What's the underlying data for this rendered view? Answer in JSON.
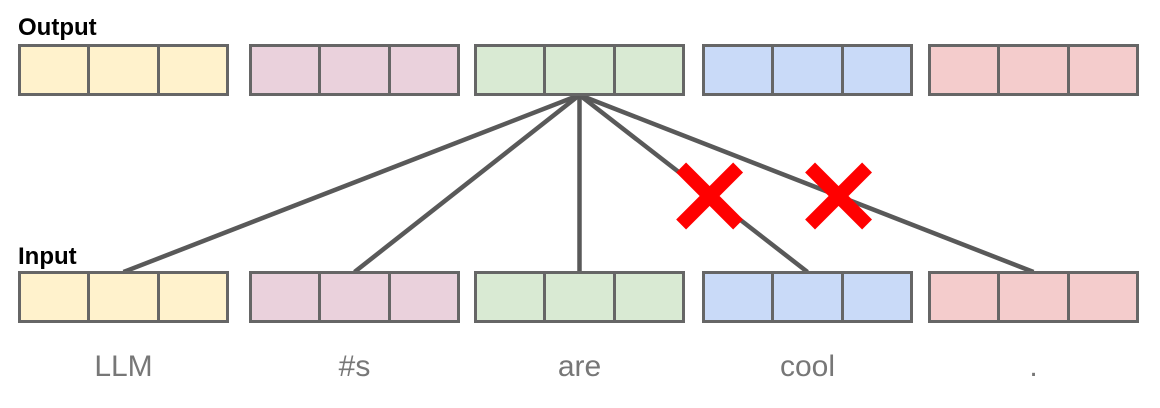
{
  "diagram": {
    "output_label": "Output",
    "input_label": "Input",
    "tokens": [
      {
        "label": "LLM",
        "color": "#fff2cc"
      },
      {
        "label": "#s",
        "color": "#ead1dc"
      },
      {
        "label": "are",
        "color": "#d9ead3"
      },
      {
        "label": "cool",
        "color": "#c9daf8"
      },
      {
        "label": ".",
        "color": "#f4cccc"
      }
    ],
    "cells_per_token": 3,
    "attention": {
      "source_row": "output",
      "source_token_index": 2,
      "target_row": "input",
      "target_token_indexes": [
        0,
        1,
        2,
        3,
        4
      ],
      "masked_target_indexes": [
        3,
        4
      ]
    },
    "colors": {
      "cell_border": "#666666",
      "connection_line": "#595959",
      "mask_x": "#ff0000",
      "row_label_text": "#000000",
      "token_label_text": "#777777",
      "background": "#ffffff"
    }
  }
}
